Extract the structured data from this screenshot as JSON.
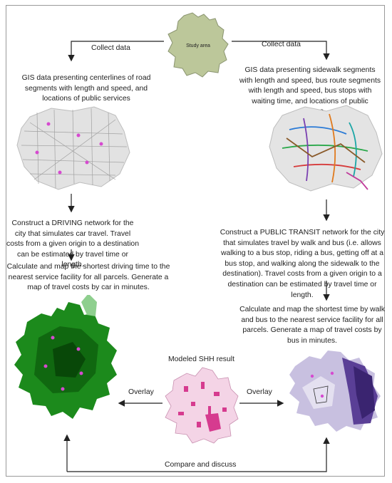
{
  "study_area": {
    "label": "Study area",
    "color": "#bcc79a"
  },
  "arrows": {
    "collect_left": "Collect data",
    "collect_right": "Collect data",
    "overlay_left": "Overlay",
    "overlay_right": "Overlay",
    "compare": "Compare and discuss"
  },
  "left": {
    "gis_text": "GIS data presenting centerlines of road segments with length and speed, and locations of public services",
    "network_text": "Construct a DRIVING network for the city that simulates car travel. Travel costs from a given origin to a destination can be estimated by travel time or length.",
    "result_text": "Calculate and map the shortest driving time to the nearest service facility for all parcels. Generate a map of travel costs by car in minutes.",
    "map_color": "#1c8a1c"
  },
  "right": {
    "gis_text": "GIS data presenting sidewalk segments with length and speed, bus route segments with length and speed, bus stops with waiting time, and locations of public services",
    "network_text": "Construct a PUBLIC TRANSIT network for the city that simulates travel by walk and bus (i.e. allows walking to a bus stop, riding a bus, getting off at a bus stop, and walking along the sidewalk to the destination). Travel costs from a given origin to a destination can be estimated by travel time or length.",
    "result_text": "Calculate and map the shortest time by walk and bus to the nearest service facility for all parcels. Generate a map of travel costs by bus in minutes.",
    "map_color": "#5a3f96"
  },
  "center": {
    "title": "Modeled SHH result",
    "map_color": "#d63b8f"
  }
}
